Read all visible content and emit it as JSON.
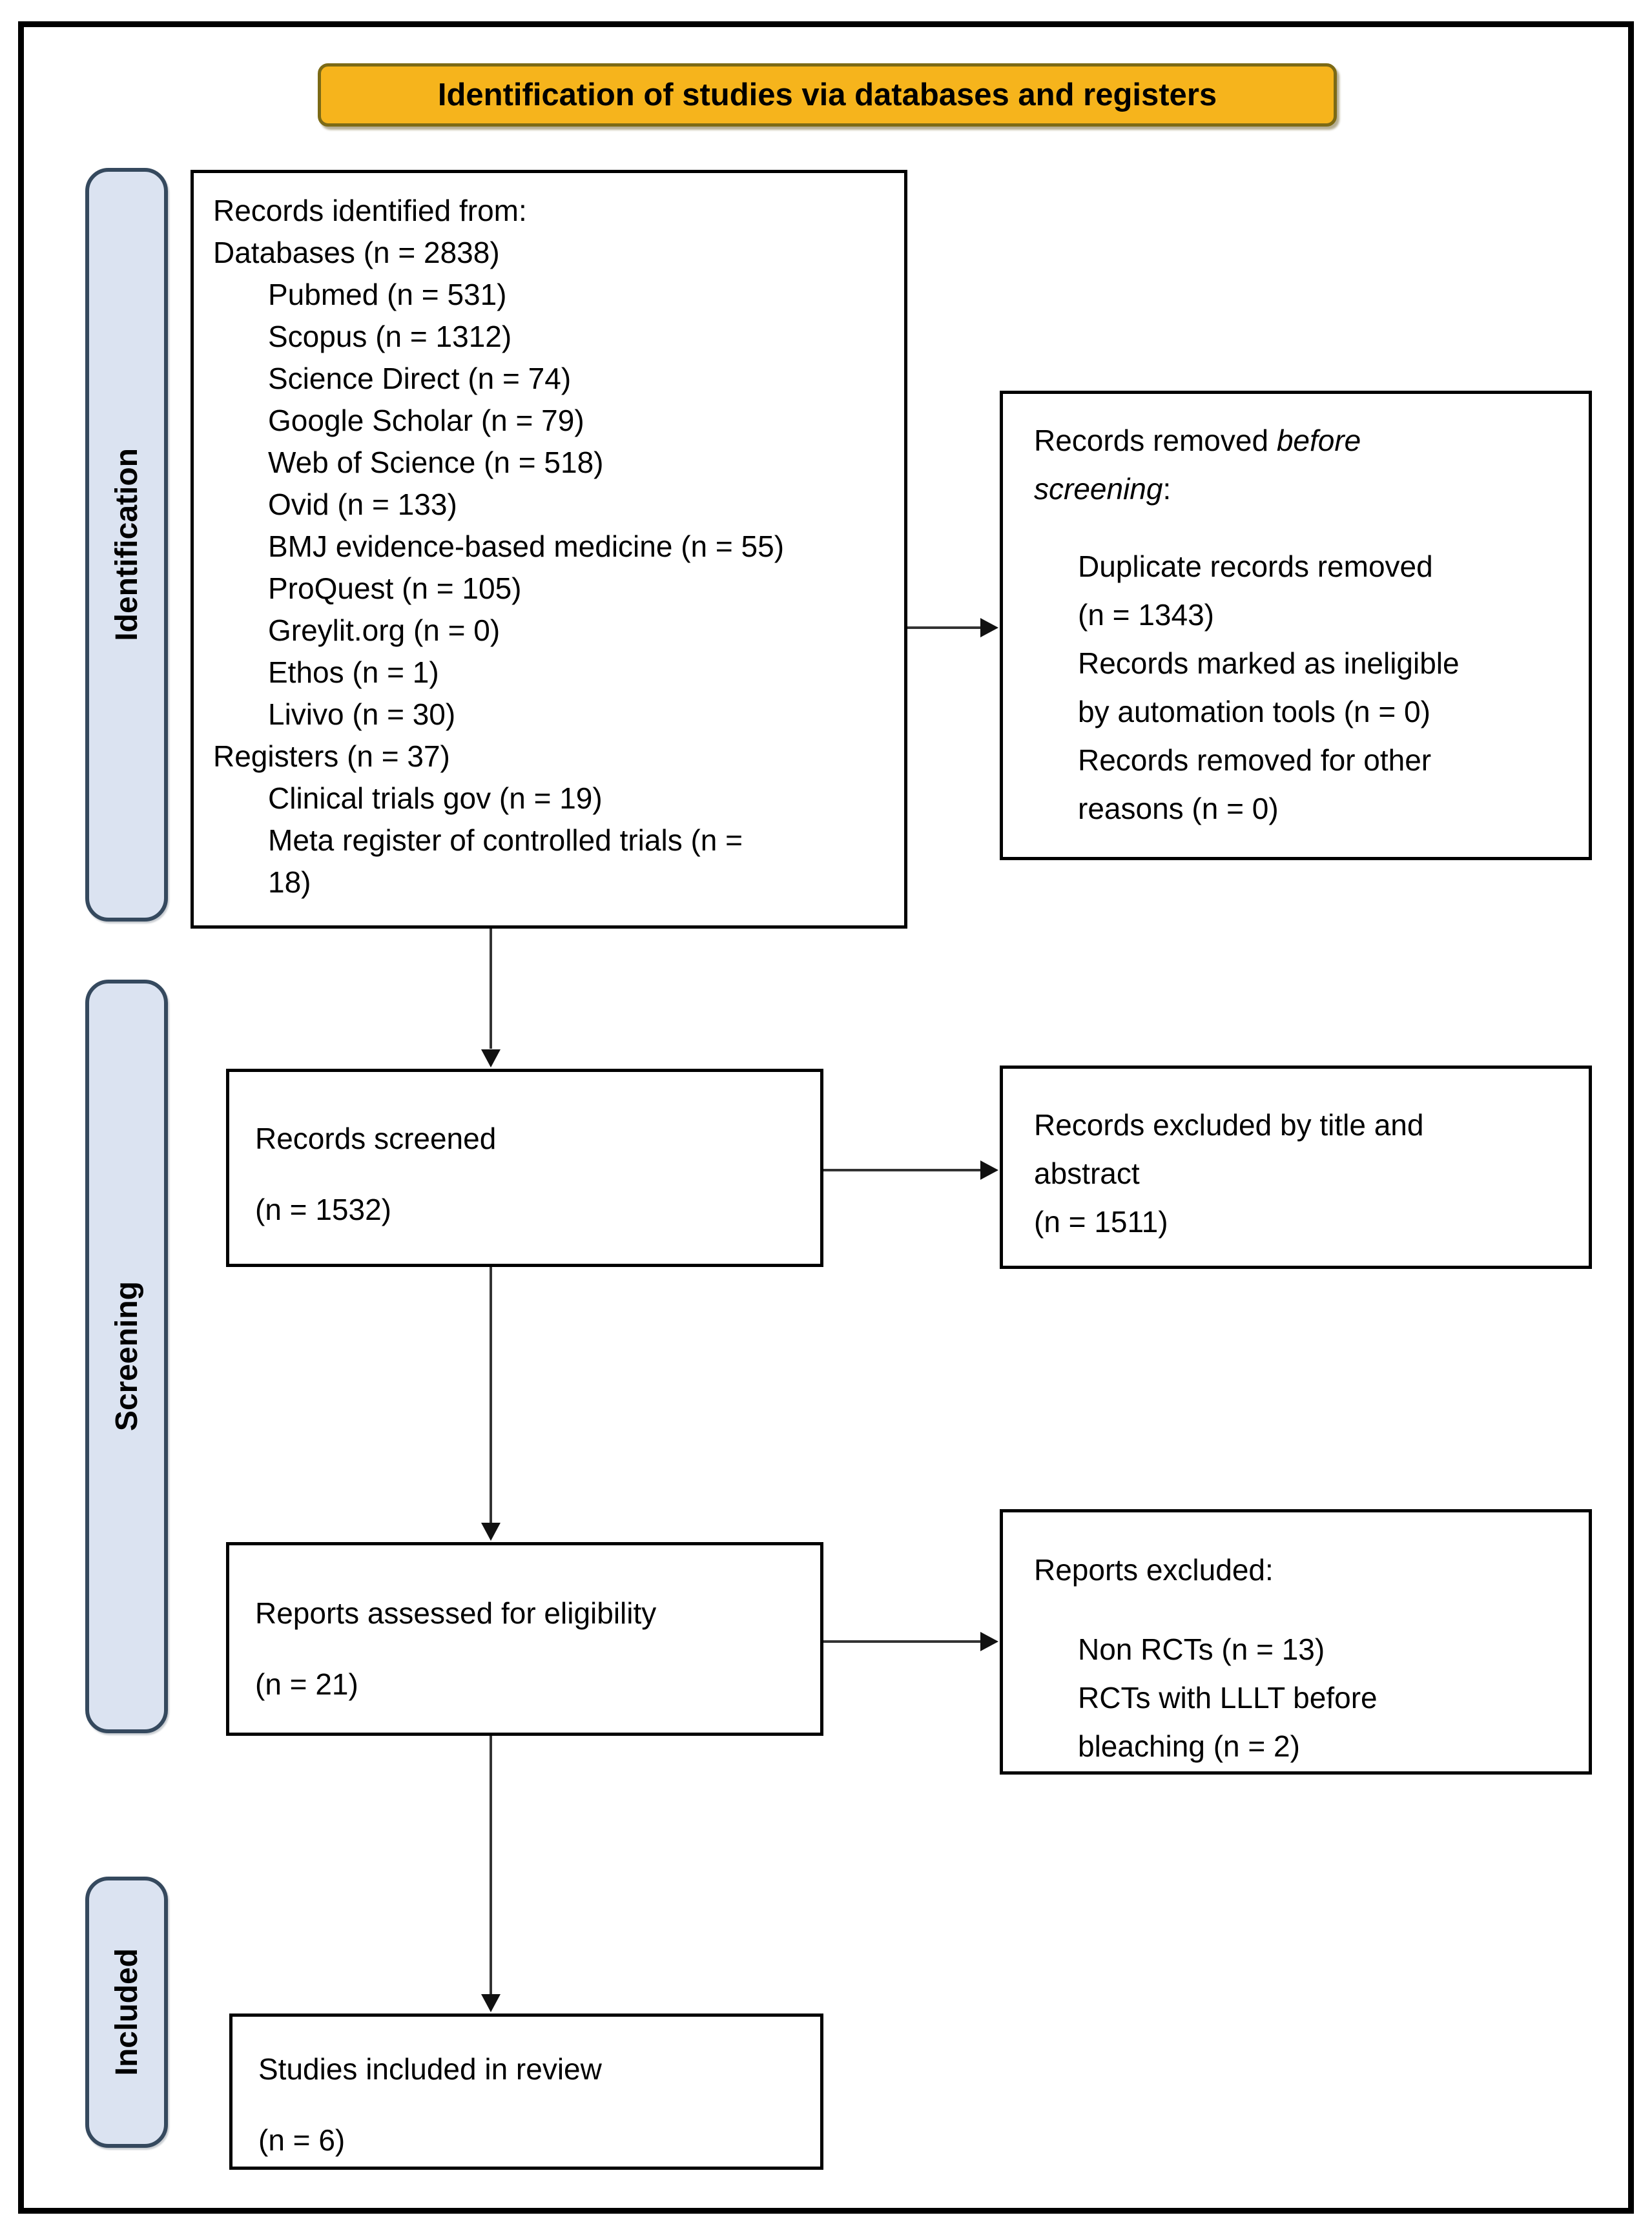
{
  "title": "Identification of studies via databases and registers",
  "stages": {
    "identification": "Identification",
    "screening": "Screening",
    "included": "Included"
  },
  "boxes": {
    "identified": {
      "lines": [
        "Records identified from:",
        "Databases (n = 2838)",
        "Pubmed (n = 531)",
        "Scopus (n = 1312)",
        "Science Direct (n = 74)",
        "Google Scholar (n = 79)",
        "Web of Science (n = 518)",
        "Ovid (n = 133)",
        "BMJ evidence-based medicine (n = 55)",
        "ProQuest (n = 105)",
        "Greylit.org (n = 0)",
        "Ethos (n = 1)",
        "Livivo (n = 30)",
        "Registers (n = 37)",
        "Clinical trials gov (n = 19)",
        "Meta register of controlled trials (n =\n18)"
      ]
    },
    "removed_before": {
      "heading_line1_normal": "Records removed ",
      "heading_line1_italic": "before",
      "heading_line2_italic": "screening",
      "heading_line2_suffix": ":",
      "items": [
        "Duplicate records removed\n(n = 1343)",
        "Records marked as ineligible\nby automation tools (n = 0)",
        "Records removed for other\nreasons (n = 0)"
      ]
    },
    "screened": {
      "label": "Records screened",
      "count": "(n = 1532)"
    },
    "excluded_title_abstract": {
      "label": "Records excluded by title and\nabstract",
      "count": "(n = 1511)"
    },
    "assessed": {
      "label": "Reports assessed for eligibility",
      "count": "(n = 21)"
    },
    "reports_excluded": {
      "heading": "Reports excluded:",
      "items": [
        "Non RCTs (n = 13)",
        "RCTs with LLLT before\nbleaching (n = 2)"
      ]
    },
    "included_review": {
      "label": "Studies included in review",
      "count": "(n = 6)"
    }
  },
  "colors": {
    "title_fill": "#f6b41c",
    "title_border": "#7c6a15",
    "stage_fill": "#dbe3f1",
    "stage_border": "#35495e",
    "box_border": "#000000",
    "line": "#333333"
  }
}
